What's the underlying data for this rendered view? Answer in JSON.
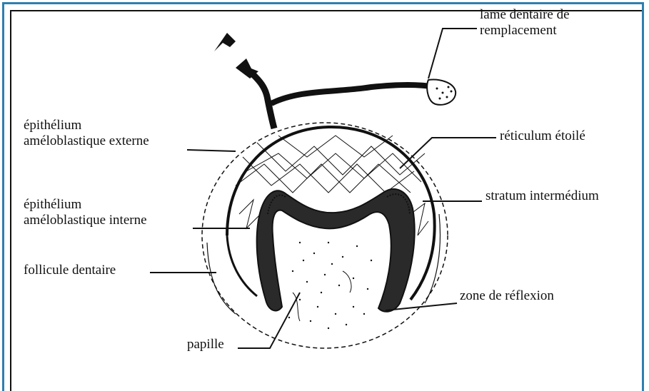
{
  "labels": {
    "lame_dentaire_line1": "lame dentaire de",
    "lame_dentaire_line2": "remplacement",
    "epithelium_externe_line1": "épithélium",
    "epithelium_externe_line2": "améloblastique externe",
    "reticulum": "réticulum étoilé",
    "epithelium_interne_line1": "épithélium",
    "epithelium_interne_line2": "améloblastique interne",
    "stratum": "stratum intermédium",
    "follicule": "follicule dentaire",
    "zone_reflexion": "zone de réflexion",
    "papille": "papille"
  },
  "colors": {
    "frame_border": "#2f7fae",
    "ink": "#111111"
  }
}
